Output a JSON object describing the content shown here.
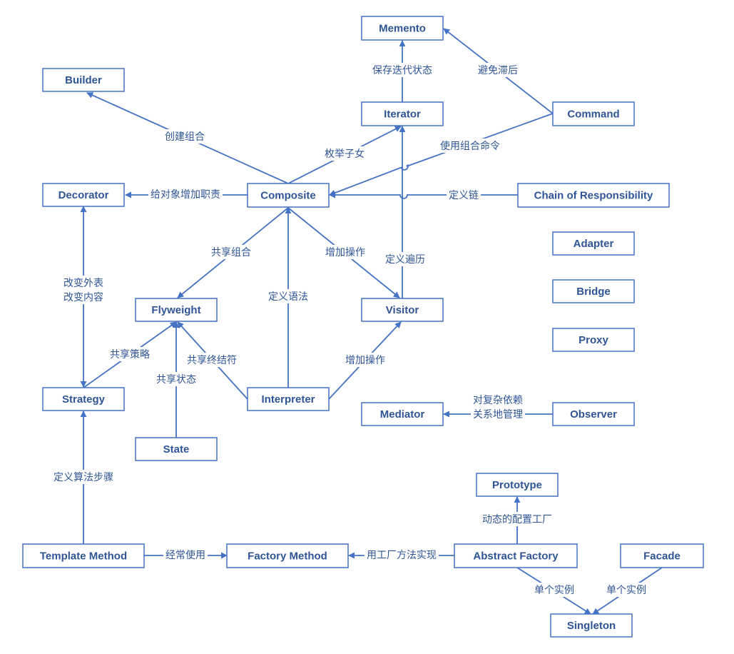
{
  "colors": {
    "stroke": "#4472c4",
    "text": "#2f5597",
    "background": "#ffffff"
  },
  "nodes": [
    {
      "id": "memento",
      "label": "Memento"
    },
    {
      "id": "builder",
      "label": "Builder"
    },
    {
      "id": "iterator",
      "label": "Iterator"
    },
    {
      "id": "command",
      "label": "Command"
    },
    {
      "id": "decorator",
      "label": "Decorator"
    },
    {
      "id": "composite",
      "label": "Composite"
    },
    {
      "id": "chain",
      "label": "Chain of Responsibility"
    },
    {
      "id": "adapter",
      "label": "Adapter"
    },
    {
      "id": "bridge",
      "label": "Bridge"
    },
    {
      "id": "proxy",
      "label": "Proxy"
    },
    {
      "id": "flyweight",
      "label": "Flyweight"
    },
    {
      "id": "visitor",
      "label": "Visitor"
    },
    {
      "id": "strategy",
      "label": "Strategy"
    },
    {
      "id": "interpreter",
      "label": "Interpreter"
    },
    {
      "id": "mediator",
      "label": "Mediator"
    },
    {
      "id": "observer",
      "label": "Observer"
    },
    {
      "id": "state",
      "label": "State"
    },
    {
      "id": "prototype",
      "label": "Prototype"
    },
    {
      "id": "template",
      "label": "Template Method"
    },
    {
      "id": "factory",
      "label": "Factory Method"
    },
    {
      "id": "abstract",
      "label": "Abstract Factory"
    },
    {
      "id": "facade",
      "label": "Facade"
    },
    {
      "id": "singleton",
      "label": "Singleton"
    }
  ],
  "edges": [
    {
      "from": "iterator",
      "to": "memento",
      "label": "保存迭代状态"
    },
    {
      "from": "command",
      "to": "memento",
      "label": "避免滞后"
    },
    {
      "from": "composite",
      "to": "builder",
      "label": "创建组合"
    },
    {
      "from": "composite",
      "to": "iterator",
      "label": "枚举子女"
    },
    {
      "from": "command",
      "to": "composite",
      "label": "使用组合命令"
    },
    {
      "from": "composite",
      "to": "decorator",
      "label": "给对象增加职责"
    },
    {
      "from": "chain",
      "to": "composite",
      "label": "定义链"
    },
    {
      "from": "composite",
      "to": "flyweight",
      "label": "共享组合"
    },
    {
      "from": "composite",
      "to": "visitor",
      "label": "增加操作"
    },
    {
      "from": "visitor",
      "to": "iterator",
      "label": "定义遍历"
    },
    {
      "from": "interpreter",
      "to": "composite",
      "label": "定义语法"
    },
    {
      "from": "decorator",
      "to": "strategy",
      "label": "改变外表\n改变内容"
    },
    {
      "from": "strategy",
      "to": "flyweight",
      "label": "共享策略"
    },
    {
      "from": "interpreter",
      "to": "flyweight",
      "label": "共享终结符"
    },
    {
      "from": "state",
      "to": "flyweight",
      "label": "共享状态"
    },
    {
      "from": "interpreter",
      "to": "visitor",
      "label": "增加操作"
    },
    {
      "from": "observer",
      "to": "mediator",
      "label": "对复杂依赖\n关系地管理"
    },
    {
      "from": "template",
      "to": "strategy",
      "label": "定义算法步骤"
    },
    {
      "from": "template",
      "to": "factory",
      "label": "经常使用"
    },
    {
      "from": "abstract",
      "to": "factory",
      "label": "用工厂方法实现"
    },
    {
      "from": "abstract",
      "to": "prototype",
      "label": "动态的配置工厂"
    },
    {
      "from": "abstract",
      "to": "singleton",
      "label": "单个实例"
    },
    {
      "from": "facade",
      "to": "singleton",
      "label": "单个实例"
    }
  ]
}
